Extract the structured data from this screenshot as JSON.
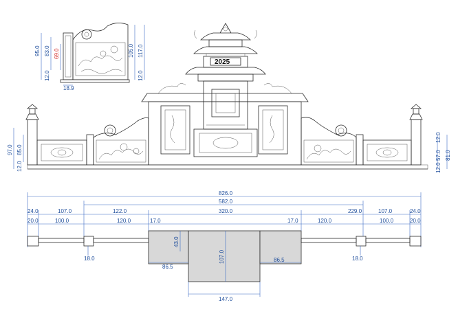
{
  "year_plaque": "2025",
  "colors": {
    "dimension": "#1f4e9c",
    "highlight": "#d6332f",
    "plan_fill": "#d8d8d8",
    "line": "#2a2a2a"
  },
  "detail_dims": {
    "h95": "95.0",
    "h83": "83.0",
    "h69": "69.0",
    "h105": "105.0",
    "h117": "117.0",
    "b12a": "12.0",
    "b12b": "12.0",
    "w18": "18.9"
  },
  "elev_left_dims": {
    "h97": "97.0",
    "h85": "85.0",
    "b12": "12.0"
  },
  "elev_right_dims": {
    "t12": "12.0",
    "h57": "57.0",
    "h81": "81.0",
    "b12": "12.0"
  },
  "plan_dims": {
    "total": "826.0",
    "inner": "582.0",
    "l24": "24.0",
    "l107": "107.0",
    "l122": "122.0",
    "c320": "320.0",
    "r229": "229.0",
    "r107": "107.0",
    "r24": "24.0",
    "l20": "20.0",
    "l100": "100.0",
    "l120": "120.0",
    "l17": "17.0",
    "r17": "17.0",
    "r120": "120.0",
    "r100": "100.0",
    "r20": "20.0",
    "h43": "43.0",
    "h107": "107.0",
    "w86l": "86.5",
    "w86r": "86.5",
    "p18l": "18.0",
    "p18r": "18.0",
    "w147": "147.0"
  }
}
